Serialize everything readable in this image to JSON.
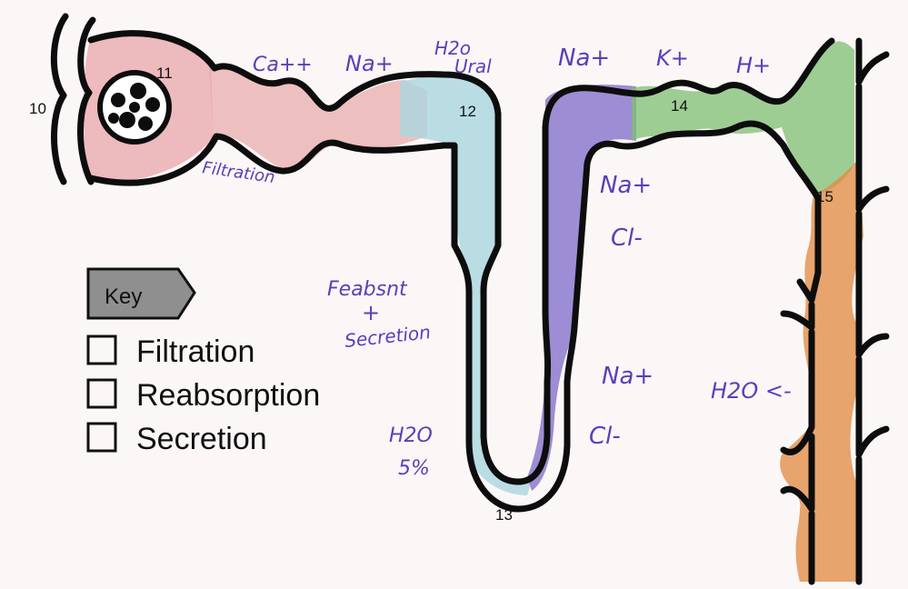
{
  "colors": {
    "paper": "#fbf7f6",
    "outline": "#0d0d0d",
    "glomerulus_pink": "#e7a0a6",
    "pct_pink": "#e7a8a8",
    "loop_blue": "#a9d6df",
    "loop_purple": "#7d6ac8",
    "dct_green": "#7fbf72",
    "duct_orange": "#e0883f",
    "key_arrow_fill": "#8f8f8f",
    "ink_purple": "#5a3fb8"
  },
  "numbers": {
    "n10": "10",
    "n11": "11",
    "n12": "12",
    "n13": "13",
    "n14": "14",
    "n15": "15"
  },
  "annotations": {
    "ca": "Ca++",
    "na_top": "Na+",
    "h2o_urea_1": "H2o",
    "h2o_urea_2": "Ural",
    "na_top_right": "Na+",
    "k_top": "K+",
    "h_top": "H+",
    "filtration": "Filtration",
    "na_mid": "Na+",
    "cl_mid": "Cl-",
    "reab_1": "Feabsnt",
    "reab_plus": "+",
    "reab_2": "Secretion",
    "na_low": "Na+",
    "cl_low": "Cl-",
    "h2o_low": "H2O",
    "pct_low": "5%",
    "h2o_duct": "H2O <-"
  },
  "key": {
    "title": "Key",
    "items": [
      "Filtration",
      "Reabsorption",
      "Secretion"
    ]
  },
  "icons": [
    "key-arrow-icon",
    "checkbox-icon",
    "glomerulus-icon"
  ]
}
